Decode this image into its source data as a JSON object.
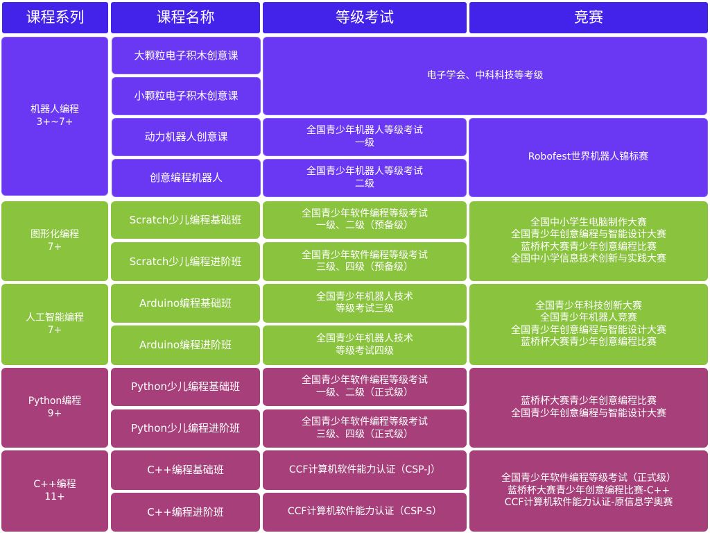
{
  "headers": {
    "series": "课程系列",
    "name": "课程名称",
    "exam": "等级考试",
    "competition": "竞赛"
  },
  "robot": {
    "category": [
      "机器人编程",
      "3+~7+"
    ],
    "courses": [
      "大颗粒电子积木创意课",
      "小颗粒电子积木创意课",
      "动力机器人创意课",
      "创意编程机器人"
    ],
    "exam_top": "电子学会、中科科技等考级",
    "exam_1": [
      "全国青少年机器人等级考试",
      "一级"
    ],
    "exam_2": [
      "全国青少年机器人等级考试",
      "二级"
    ],
    "competition": "Robofest世界机器人锦标赛"
  },
  "graphic": {
    "category": [
      "图形化编程",
      "7+"
    ],
    "courses": [
      "Scratch少儿编程基础班",
      "Scratch少儿编程进阶班"
    ],
    "exam_1": [
      "全国青少年软件编程等级考试",
      "一级、二级（预备级）"
    ],
    "exam_2": [
      "全国青少年软件编程等级考试",
      "三级、四级（预备级）"
    ],
    "competition": [
      "全国中小学生电脑制作大赛",
      "全国青少年创意编程与智能设计大赛",
      "蓝桥杯大赛青少年创意编程比赛",
      "全国中小学信息技术创新与实践大赛"
    ]
  },
  "ai": {
    "category": [
      "人工智能编程",
      "7+"
    ],
    "courses": [
      "Arduino编程基础班",
      "Arduino编程进阶班"
    ],
    "exam_1": [
      "全国青少年机器人技术",
      "等级考试三级"
    ],
    "exam_2": [
      "全国青少年机器人技术",
      "等级考试四级"
    ],
    "competition": [
      "全国青少年科技创新大赛",
      "全国青少年机器人竞赛",
      "全国青少年创意编程与智能设计大赛",
      "蓝桥杯大赛青少年创意编程比赛"
    ]
  },
  "python": {
    "category": [
      "Python编程",
      "9+"
    ],
    "courses": [
      "Python少儿编程基础班",
      "Python少儿编程进阶班"
    ],
    "exam_1": [
      "全国青少年软件编程等级考试",
      "一级、二级（正式级）"
    ],
    "exam_2": [
      "全国青少年软件编程等级考试",
      "三级、四级（正式级）"
    ],
    "competition": [
      "蓝桥杯大赛青少年创意编程比赛",
      "全国青少年创意编程与智能设计大赛"
    ]
  },
  "cpp": {
    "category": [
      "C++编程",
      "11+"
    ],
    "courses": [
      "C++编程基础班",
      "C++编程进阶班"
    ],
    "exam_1": "CCF计算机软件能力认证（CSP-J）",
    "exam_2": "CCF计算机软件能力认证（CSP-S）",
    "competition": [
      "全国青少年软件编程等级考试（正式级）",
      "蓝桥杯大赛青少年创意编程比赛-C++",
      "CCF计算机软件能力认证-原信息学奥赛"
    ]
  },
  "colors": {
    "header": "#4322ea",
    "purple": "#6a38f2",
    "green": "#8ac43f",
    "magenta": "#a7407a"
  }
}
